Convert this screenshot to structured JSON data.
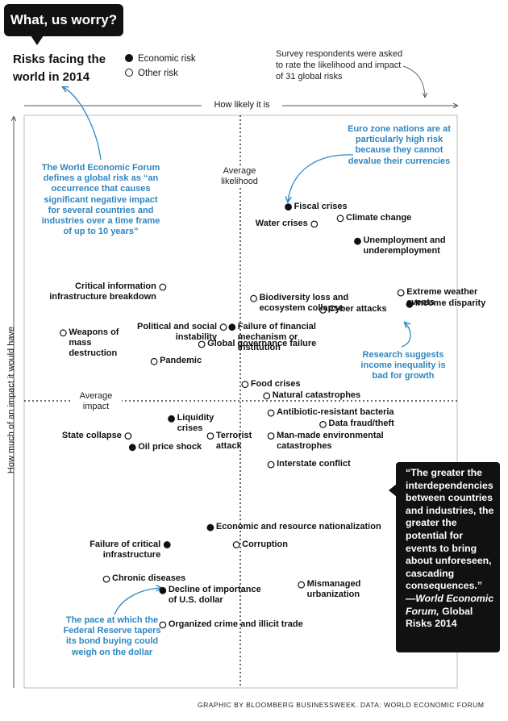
{
  "header": {
    "bubble_text": "What, us worry?",
    "title": "Risks facing the world in 2014"
  },
  "legend": {
    "economic_label": "Economic risk",
    "other_label": "Other risk"
  },
  "survey_note": "Survey respondents were asked to rate the likelihood and impact of 31 global risks",
  "annotations": {
    "definition": "The World Economic Forum defines a global risk as “an occurrence that causes significant negative impact for several countries and industries over a time frame of up to 10 years”",
    "eurozone": "Euro zone nations are at particularly high risk because they cannot devalue their currencies",
    "inequality": "Research suggests income inequality is bad for growth",
    "fed": "The pace at which the Federal Reserve tapers its bond buying could weigh on the dollar"
  },
  "quote": {
    "text": "“The greater the interdependencies between countries and industries, the greater the potential for events to bring about unforeseen, cascading consequences.”",
    "attribution": "—World Economic Forum,",
    "publication": "Global Risks 2014"
  },
  "footer": "GRAPHIC BY BLOOMBERG BUSINESSWEEK. DATA: WORLD ECONOMIC FORUM",
  "colors": {
    "annotation": "#2e86c1",
    "ink": "#111111",
    "box": "#111111"
  },
  "chart_data": {
    "type": "scatter",
    "xlabel": "How likely it is",
    "ylabel": "How much of an impact it would have",
    "avg_x_label": "Average likelihood",
    "avg_y_label": "Average impact",
    "grid": false,
    "legend_position": "top-left",
    "xlim": [
      0,
      1
    ],
    "ylim": [
      0,
      1
    ],
    "avg_x": 0.5,
    "avg_y": 0.5,
    "points": [
      {
        "label": "Fiscal crises",
        "kind": "economic",
        "x": 0.61,
        "y": 0.84,
        "pos": "right"
      },
      {
        "label": "Climate change",
        "kind": "other",
        "x": 0.73,
        "y": 0.82,
        "pos": "right"
      },
      {
        "label": "Water crises",
        "kind": "other",
        "x": 0.67,
        "y": 0.81,
        "pos": "left"
      },
      {
        "label": "Unemployment and underemployment",
        "kind": "economic",
        "x": 0.77,
        "y": 0.78,
        "pos": "right"
      },
      {
        "label": "Critical information infrastructure breakdown",
        "kind": "other",
        "x": 0.32,
        "y": 0.7,
        "pos": "left"
      },
      {
        "label": "Biodiversity loss and ecosystem collapse",
        "kind": "other",
        "x": 0.53,
        "y": 0.68,
        "pos": "right"
      },
      {
        "label": "Extreme weather events",
        "kind": "other",
        "x": 0.87,
        "y": 0.69,
        "pos": "right"
      },
      {
        "label": "Income disparity",
        "kind": "economic",
        "x": 0.89,
        "y": 0.67,
        "pos": "right"
      },
      {
        "label": "Cyber attacks",
        "kind": "other",
        "x": 0.69,
        "y": 0.66,
        "pos": "right"
      },
      {
        "label": "Political and social instability",
        "kind": "other",
        "x": 0.46,
        "y": 0.63,
        "pos": "left"
      },
      {
        "label": "Failure of financial mechanism or institution",
        "kind": "economic",
        "x": 0.48,
        "y": 0.63,
        "pos": "right"
      },
      {
        "label": "Weapons of mass destruction",
        "kind": "other",
        "x": 0.09,
        "y": 0.62,
        "pos": "right"
      },
      {
        "label": "Global governance failure",
        "kind": "other",
        "x": 0.41,
        "y": 0.6,
        "pos": "right"
      },
      {
        "label": "Pandemic",
        "kind": "other",
        "x": 0.3,
        "y": 0.57,
        "pos": "right"
      },
      {
        "label": "Food crises",
        "kind": "other",
        "x": 0.51,
        "y": 0.53,
        "pos": "right"
      },
      {
        "label": "Natural catastrophes",
        "kind": "other",
        "x": 0.56,
        "y": 0.51,
        "pos": "right"
      },
      {
        "label": "Antibiotic-resistant bacteria",
        "kind": "other",
        "x": 0.57,
        "y": 0.48,
        "pos": "right"
      },
      {
        "label": "Liquidity crises",
        "kind": "economic",
        "x": 0.34,
        "y": 0.47,
        "pos": "right"
      },
      {
        "label": "Data fraud/theft",
        "kind": "other",
        "x": 0.69,
        "y": 0.46,
        "pos": "right"
      },
      {
        "label": "State collapse",
        "kind": "other",
        "x": 0.24,
        "y": 0.44,
        "pos": "left"
      },
      {
        "label": "Terrorist attack",
        "kind": "other",
        "x": 0.43,
        "y": 0.44,
        "pos": "right"
      },
      {
        "label": "Man-made environmental catastrophes",
        "kind": "other",
        "x": 0.57,
        "y": 0.44,
        "pos": "right"
      },
      {
        "label": "Oil price shock",
        "kind": "economic",
        "x": 0.25,
        "y": 0.42,
        "pos": "right"
      },
      {
        "label": "Interstate conflict",
        "kind": "other",
        "x": 0.57,
        "y": 0.39,
        "pos": "right"
      },
      {
        "label": "Economic and resource nationalization",
        "kind": "economic",
        "x": 0.43,
        "y": 0.28,
        "pos": "right"
      },
      {
        "label": "Failure of critical infrastructure",
        "kind": "economic",
        "x": 0.33,
        "y": 0.25,
        "pos": "left"
      },
      {
        "label": "Corruption",
        "kind": "other",
        "x": 0.49,
        "y": 0.25,
        "pos": "right"
      },
      {
        "label": "Chronic diseases",
        "kind": "other",
        "x": 0.19,
        "y": 0.19,
        "pos": "right"
      },
      {
        "label": "Decline of importance of U.S. dollar",
        "kind": "economic",
        "x": 0.32,
        "y": 0.17,
        "pos": "right"
      },
      {
        "label": "Mismanaged urbanization",
        "kind": "other",
        "x": 0.64,
        "y": 0.18,
        "pos": "right"
      },
      {
        "label": "Organized crime and illicit trade",
        "kind": "other",
        "x": 0.32,
        "y": 0.11,
        "pos": "right"
      }
    ]
  }
}
